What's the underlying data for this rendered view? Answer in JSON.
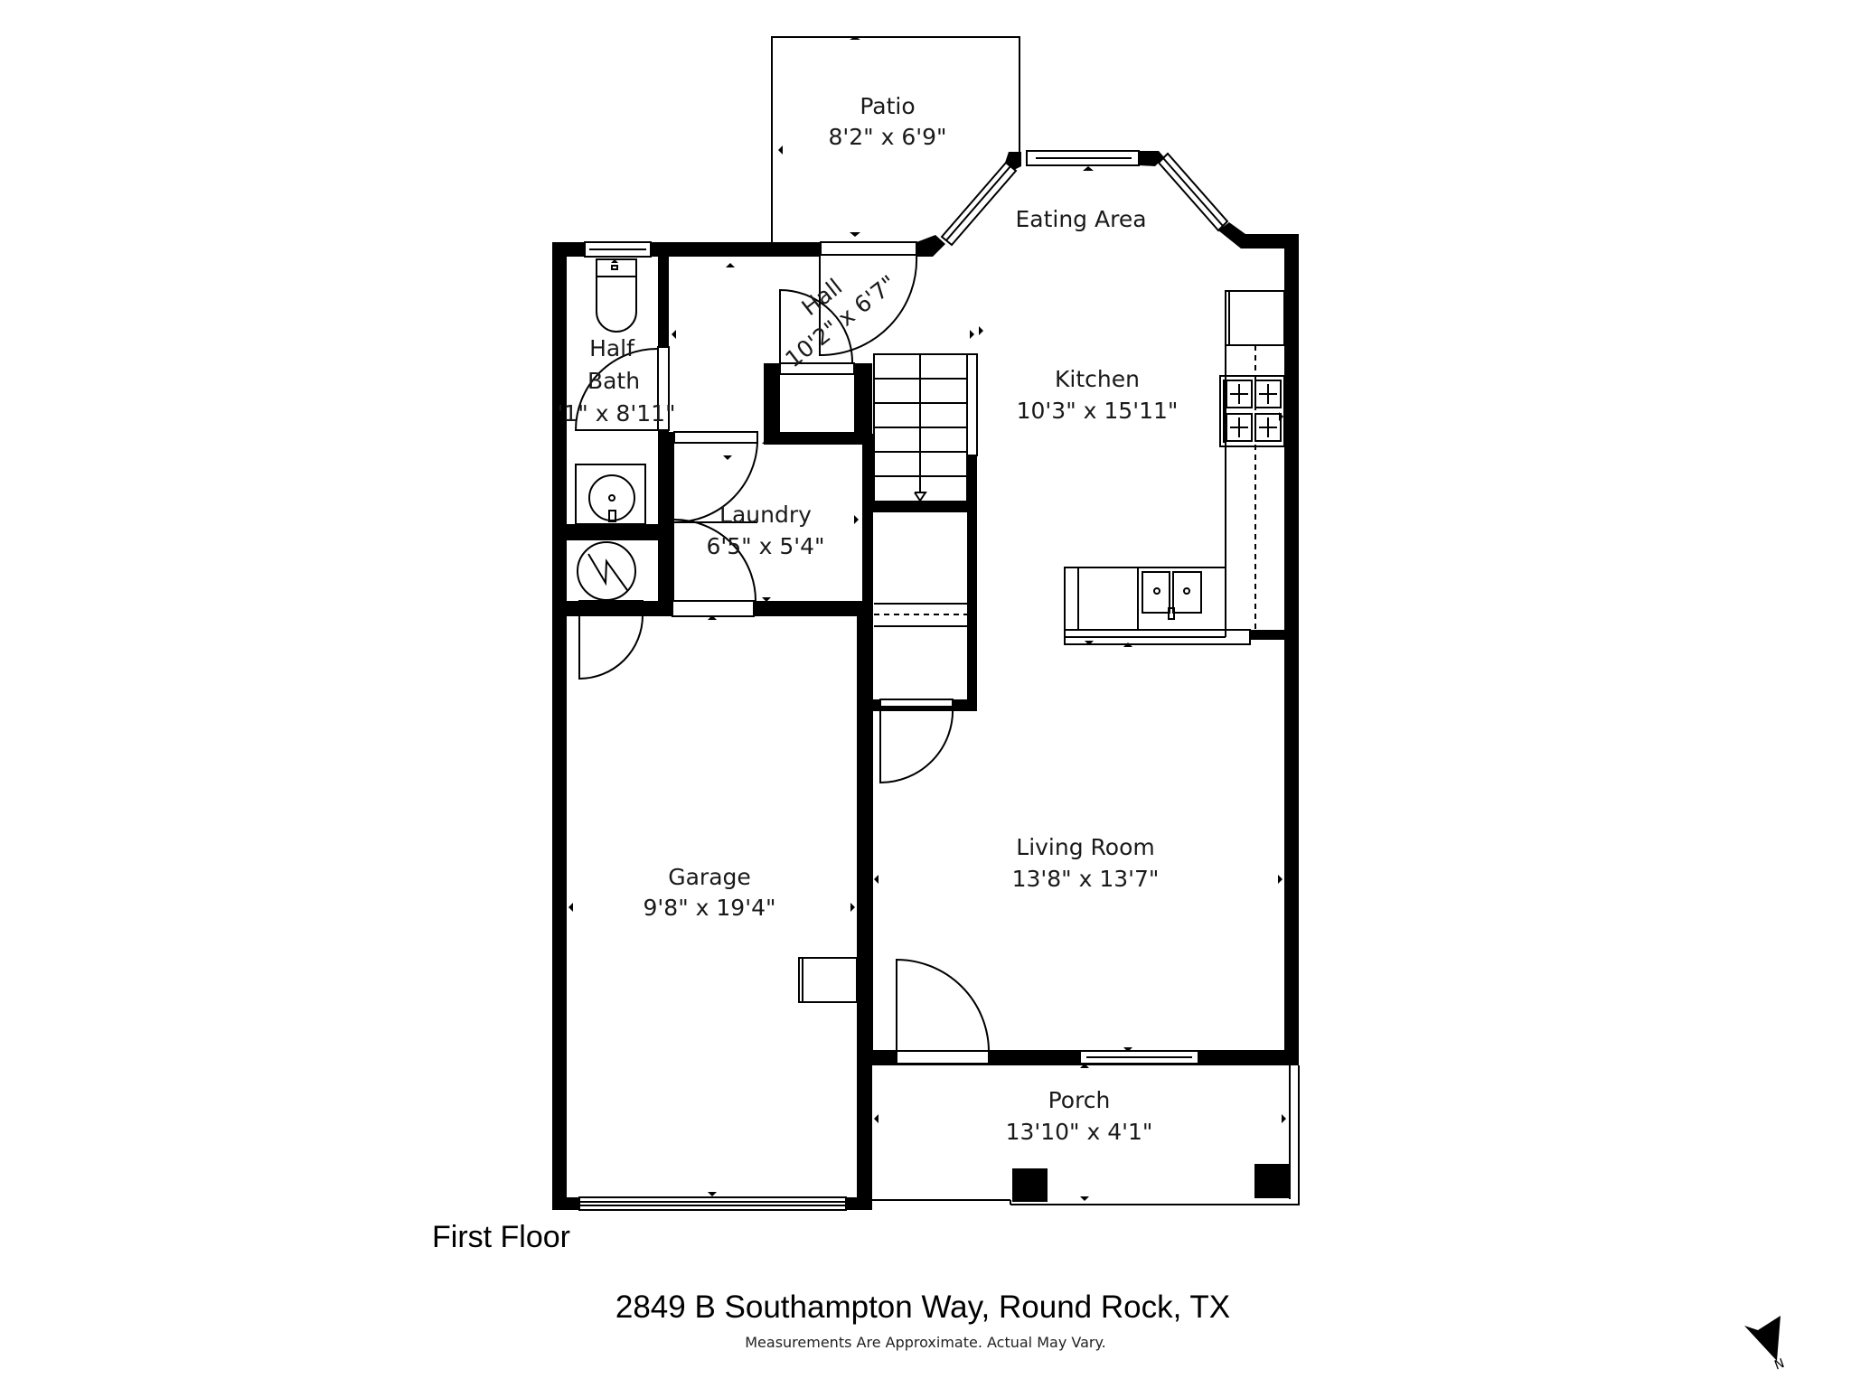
{
  "floor": {
    "label": "First Floor"
  },
  "rooms": [
    {
      "name": "Patio",
      "dims": "8'2\" x 6'9\""
    },
    {
      "name": "Eating Area",
      "dims": ""
    },
    {
      "name": "Hall",
      "dims": "10'2\" x 6'7\""
    },
    {
      "name": "Half Bath",
      "name_line1": "Half",
      "name_line2": "Bath",
      "dims": "'1\" x 8'11\""
    },
    {
      "name": "Kitchen",
      "dims": "10'3\" x 15'11\""
    },
    {
      "name": "Laundry",
      "dims": "6'5\" x 5'4\""
    },
    {
      "name": "Garage",
      "dims": "9'8\" x 19'4\""
    },
    {
      "name": "Living Room",
      "dims": "13'8\" x 13'7\""
    },
    {
      "name": "Porch",
      "dims": "13'10\" x 4'1\""
    }
  ],
  "footer": {
    "address": "2849 B Southampton Way, Round Rock, TX",
    "disclaimer": "Measurements Are Approximate. Actual May Vary."
  },
  "compass": {
    "icon": "north-arrow-icon",
    "label": "N"
  },
  "colors": {
    "wall": "#000000",
    "background": "#ffffff",
    "text": "#1a1a1a"
  }
}
